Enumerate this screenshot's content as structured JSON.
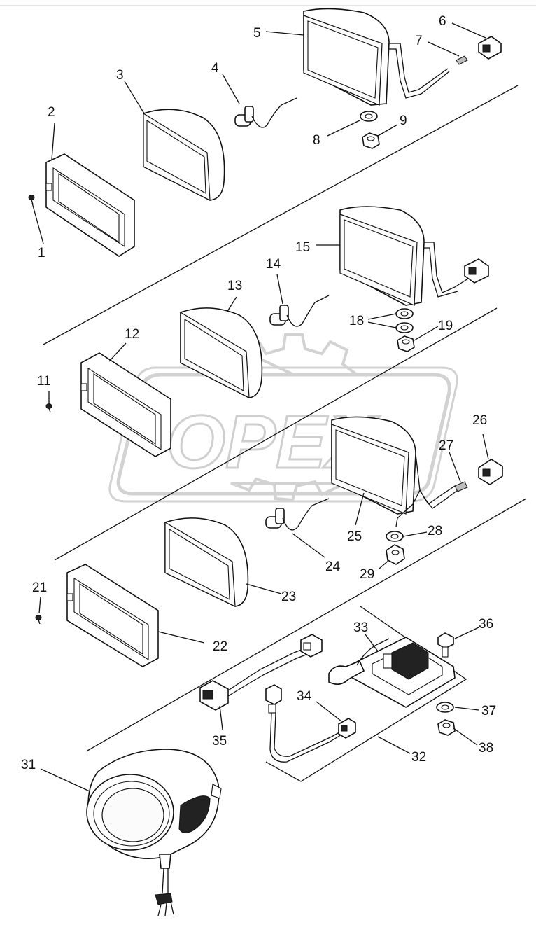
{
  "watermark": {
    "text": "OPEX"
  },
  "callouts": [
    "1",
    "2",
    "3",
    "4",
    "5",
    "6",
    "7",
    "8",
    "9",
    "11",
    "12",
    "13",
    "14",
    "15",
    "18",
    "19",
    "21",
    "22",
    "23",
    "24",
    "25",
    "26",
    "27",
    "28",
    "29",
    "31",
    "32",
    "33",
    "34",
    "35",
    "36",
    "37",
    "38"
  ]
}
